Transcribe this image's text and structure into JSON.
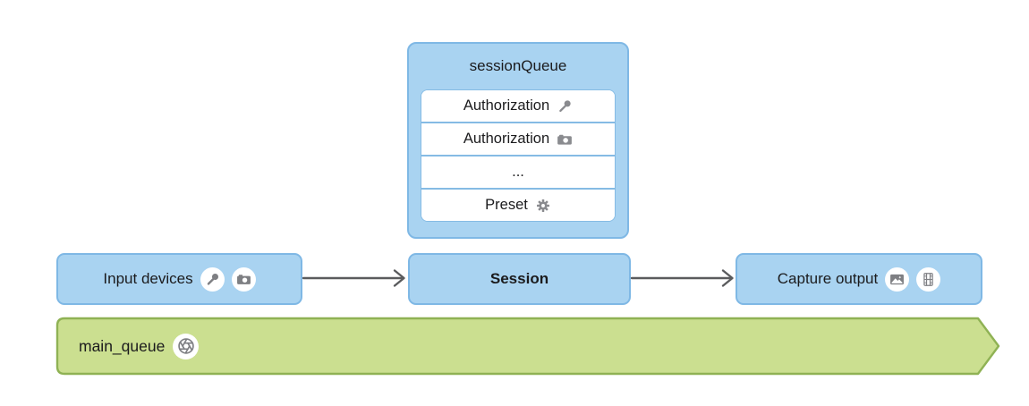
{
  "session_queue": {
    "title": "sessionQueue",
    "rows": [
      {
        "label": "Authorization",
        "icon": "microphone-icon"
      },
      {
        "label": "Authorization",
        "icon": "camera-icon"
      },
      {
        "label": "...",
        "icon": ""
      },
      {
        "label": "Preset",
        "icon": "gear-icon"
      }
    ]
  },
  "nodes": {
    "input": {
      "label": "Input devices",
      "icons": [
        "microphone-icon",
        "camera-icon"
      ]
    },
    "session": {
      "label": "Session"
    },
    "capture": {
      "label": "Capture output",
      "icons": [
        "photo-icon",
        "film-icon"
      ]
    }
  },
  "main_queue": {
    "label": "main_queue",
    "icon": "aperture-icon"
  },
  "colors": {
    "node_fill": "#A9D3F1",
    "node_border": "#7FB8E5",
    "list_divider": "#85BBE4",
    "queue_fill": "#CBDF90",
    "queue_border": "#8FB254",
    "arrow": "#5A5B5D",
    "icon_gray": "#7E7F83",
    "text": "#1B1B1D"
  }
}
